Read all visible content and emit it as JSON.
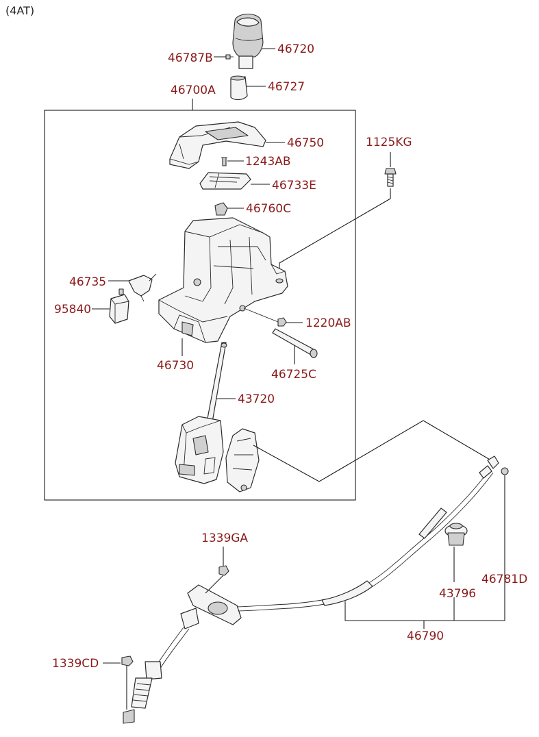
{
  "header": {
    "variant": "(4AT)"
  },
  "labels": {
    "p46720": "46720",
    "p46787B": "46787B",
    "p46727": "46727",
    "p46700A": "46700A",
    "p46750": "46750",
    "p1243AB": "1243AB",
    "p46733E": "46733E",
    "p1125KG": "1125KG",
    "p46760C": "46760C",
    "p46735": "46735",
    "p95840": "95840",
    "p1220AB": "1220AB",
    "p46730": "46730",
    "p46725C": "46725C",
    "p43720": "43720",
    "p1339GA": "1339GA",
    "p46781D": "46781D",
    "p43796": "43796",
    "p46790": "46790",
    "p1339CD": "1339CD"
  },
  "colors": {
    "label": "#8b1a1a",
    "line": "#1a1a1a"
  }
}
